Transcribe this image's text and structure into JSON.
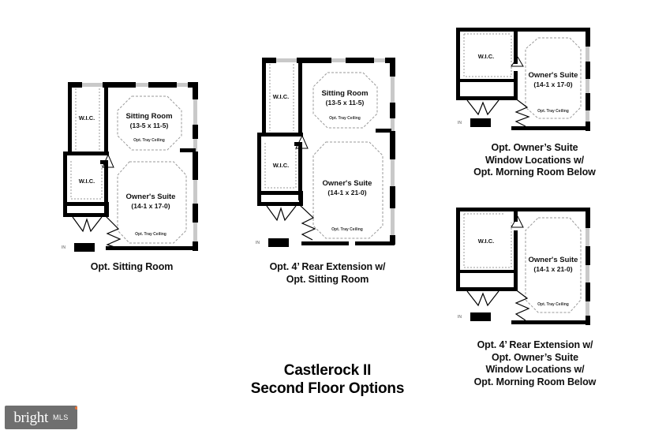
{
  "document": {
    "title_line1": "Castlerock II",
    "title_line2": "Second Floor Options",
    "background": "#ffffff",
    "wall_color": "#000000",
    "window_color": "#c9c9c9",
    "dash_color": "#9a9a9a"
  },
  "watermark": {
    "brand": "bright",
    "suffix": "MLS",
    "box_color": "#6f6f6f",
    "accent_color": "#e8763a"
  },
  "plans": [
    {
      "id": "plan-opt-sitting-room",
      "caption": "Opt. Sitting Room",
      "rooms": [
        {
          "name": "W.I.C.",
          "label": "W.I.C.",
          "dims": "",
          "note": ""
        },
        {
          "name": "W.I.C.",
          "label": "W.I.C.",
          "dims": "",
          "note": ""
        },
        {
          "name": "Sitting Room",
          "label": "Sitting Room",
          "dims": "(13-5 x 11-5)",
          "note": "Opt. Tray Ceiling"
        },
        {
          "name": "Owner's Suite",
          "label": "Owner's Suite",
          "dims": "(14-1 x 17-0)",
          "note": "Opt. Tray Ceiling"
        }
      ],
      "marker": "IN"
    },
    {
      "id": "plan-opt-rear-ext-sitting-room",
      "caption": "Opt. 4’ Rear Extension w/\nOpt. Sitting Room",
      "rooms": [
        {
          "name": "W.I.C.",
          "label": "W.I.C.",
          "dims": "",
          "note": ""
        },
        {
          "name": "W.I.C.",
          "label": "W.I.C.",
          "dims": "",
          "note": ""
        },
        {
          "name": "Sitting Room",
          "label": "Sitting Room",
          "dims": "(13-5 x 11-5)",
          "note": "Opt. Tray Ceiling"
        },
        {
          "name": "Owner's Suite",
          "label": "Owner's Suite",
          "dims": "(14-1 x 21-0)",
          "note": "Opt. Tray Ceiling"
        }
      ],
      "marker": "IN"
    },
    {
      "id": "plan-opt-window-locations",
      "caption": "Opt. Owner’s Suite\nWindow Locations w/\nOpt. Morning Room Below",
      "rooms": [
        {
          "name": "W.I.C.",
          "label": "W.I.C.",
          "dims": "",
          "note": ""
        },
        {
          "name": "Owner's Suite",
          "label": "Owner's Suite",
          "dims": "(14-1 x 17-0)",
          "note": "Opt. Tray Ceiling"
        }
      ],
      "marker": "IN"
    },
    {
      "id": "plan-opt-rear-ext-window-locations",
      "caption": "Opt. 4’ Rear Extension w/\nOpt. Owner’s Suite\nWindow Locations w/\nOpt. Morning Room Below",
      "rooms": [
        {
          "name": "W.I.C.",
          "label": "W.I.C.",
          "dims": "",
          "note": ""
        },
        {
          "name": "Owner's Suite",
          "label": "Owner's Suite",
          "dims": "(14-1 x 21-0)",
          "note": "Opt. Tray Ceiling"
        }
      ],
      "marker": "IN"
    }
  ]
}
